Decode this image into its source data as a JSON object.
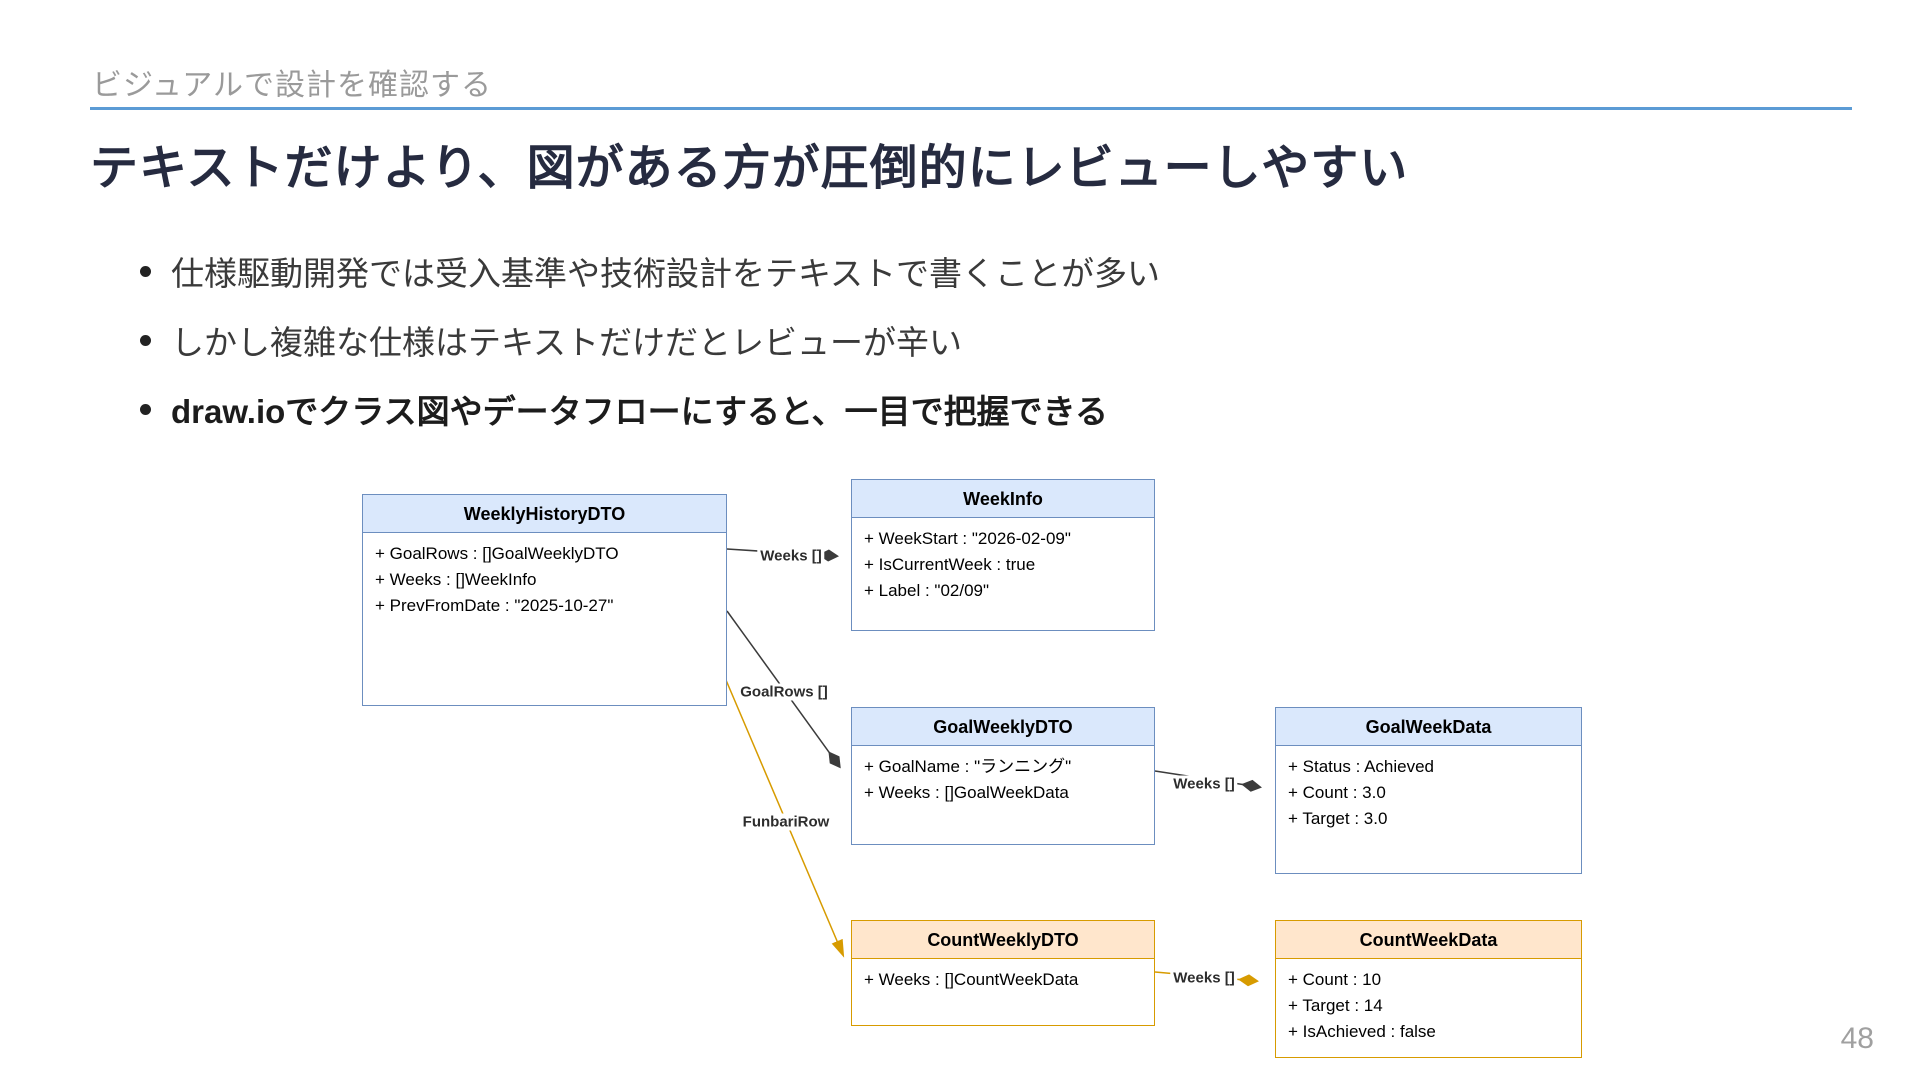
{
  "slide": {
    "kicker": "ビジュアルで設計を確認する",
    "title": "テキストだけより、図がある方が圧倒的にレビューしやすい",
    "bullets": [
      {
        "text": "仕様駆動開発では受入基準や技術設計をテキストで書くことが多い",
        "bold": false
      },
      {
        "text": "しかし複雑な仕様はテキストだけだとレビューが辛い",
        "bold": false
      },
      {
        "text": "draw.ioでクラス図やデータフローにすると、一目で把握できる",
        "bold": true
      }
    ],
    "page_number": "48"
  },
  "colors": {
    "accent_line": "#5b9bd5",
    "title": "#262b40",
    "kicker": "#9a9a9a",
    "blue_fill": "#dae8fc",
    "blue_border": "#6c8ebf",
    "orange_fill": "#ffe6cc",
    "orange_border": "#d79b00",
    "edge_black": "#3b3b3b",
    "edge_orange": "#d79b00"
  },
  "diagram": {
    "classes": [
      {
        "name": "WeeklyHistoryDTO",
        "theme": "blue",
        "attributes": [
          "+ GoalRows : []GoalWeeklyDTO",
          "+ Weeks : []WeekInfo",
          "+ PrevFromDate : \"2025-10-27\""
        ]
      },
      {
        "name": "WeekInfo",
        "theme": "blue",
        "attributes": [
          "+ WeekStart : \"2026-02-09\"",
          "+ IsCurrentWeek : true",
          "+ Label : \"02/09\""
        ]
      },
      {
        "name": "GoalWeeklyDTO",
        "theme": "blue",
        "attributes": [
          "+ GoalName : \"ランニング\"",
          "+ Weeks : []GoalWeekData"
        ]
      },
      {
        "name": "GoalWeekData",
        "theme": "blue",
        "attributes": [
          "+ Status : Achieved",
          "+ Count : 3.0",
          "+ Target : 3.0"
        ]
      },
      {
        "name": "CountWeeklyDTO",
        "theme": "orange",
        "attributes": [
          "+ Weeks : []CountWeekData"
        ]
      },
      {
        "name": "CountWeekData",
        "theme": "orange",
        "attributes": [
          "+ Count : 10",
          "+ Target : 14",
          "+ IsAchieved : false"
        ]
      }
    ],
    "edges": [
      {
        "label": "Weeks []"
      },
      {
        "label": "GoalRows []"
      },
      {
        "label": "FunbariRow"
      },
      {
        "label": "Weeks []"
      },
      {
        "label": "Weeks []"
      }
    ]
  }
}
